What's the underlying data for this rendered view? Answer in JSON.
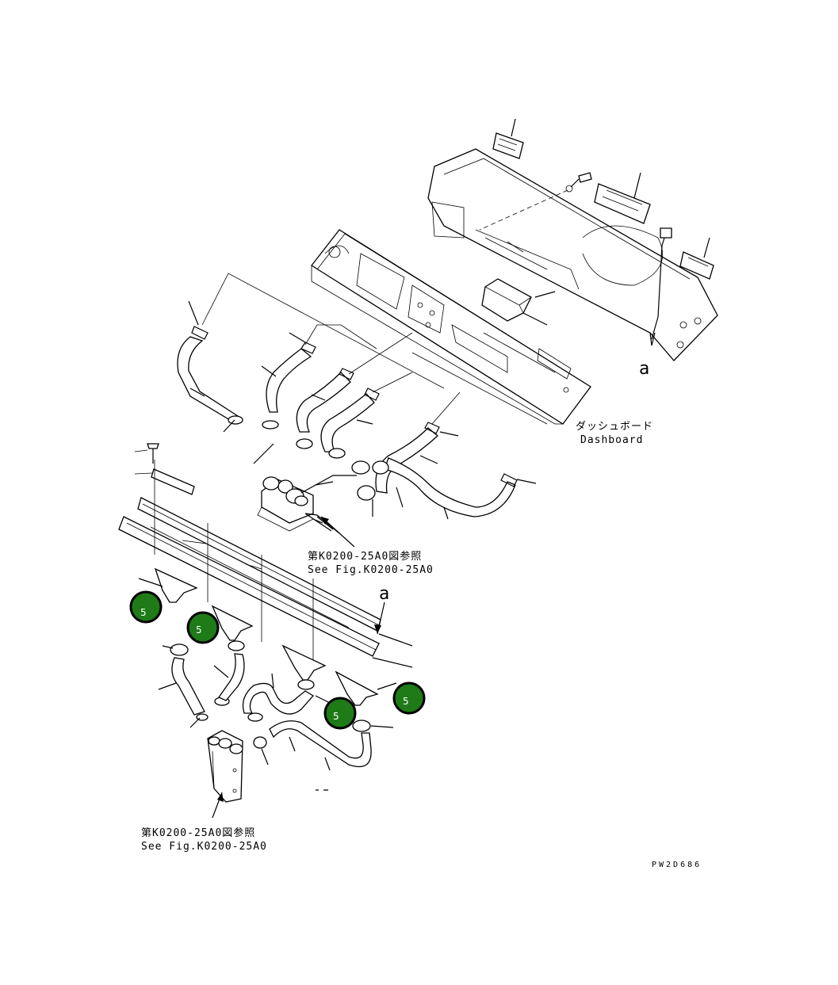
{
  "colors": {
    "callout_fill": "#1f7a18",
    "line": "#000000",
    "background": "#ffffff"
  },
  "labels": {
    "dashboard_jp": "ダッシュボード",
    "dashboard_en": "Dashboard",
    "ref_upper_jp": "第K0200-25A0図参照",
    "ref_upper_en": "See Fig.K0200-25A0",
    "ref_lower_jp": "第K0200-25A0図参照",
    "ref_lower_en": "See Fig.K0200-25A0",
    "marker_a_top": "a",
    "marker_a_bottom": "a",
    "drawing_code": "PW2D686"
  },
  "callouts": [
    "5",
    "5",
    "5",
    "5"
  ]
}
